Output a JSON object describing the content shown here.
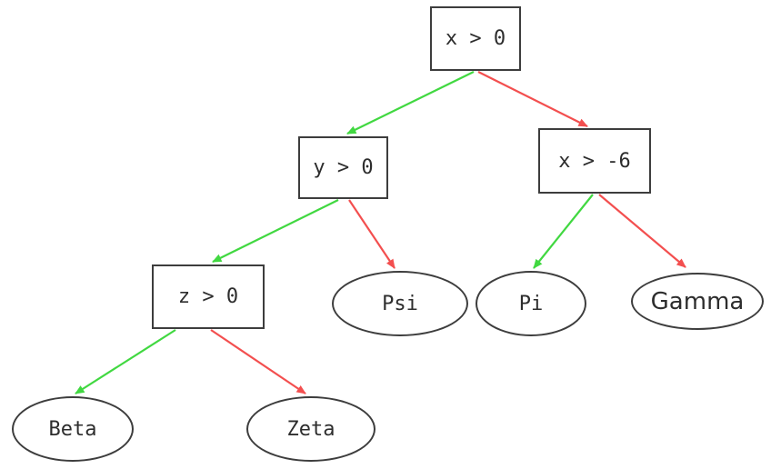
{
  "diagram": {
    "type": "decision-tree",
    "background_color": "#ffffff",
    "node_border_color": "#3d3d3d",
    "text_color": "#2d2d2d",
    "branch_colors": {
      "true_branch_green": "#41d841",
      "false_branch_red": "#f34f4f"
    },
    "nodes": {
      "root": {
        "label": "x > 0",
        "shape": "box"
      },
      "y": {
        "label": "y > 0",
        "shape": "box"
      },
      "xneg6": {
        "label": "x > -6",
        "shape": "box"
      },
      "z": {
        "label": "z > 0",
        "shape": "box"
      },
      "psi": {
        "label": "Psi",
        "shape": "ellipse"
      },
      "pi": {
        "label": "Pi",
        "shape": "ellipse"
      },
      "gamma": {
        "label": "Gamma",
        "shape": "ellipse"
      },
      "beta": {
        "label": "Beta",
        "shape": "ellipse"
      },
      "zeta": {
        "label": "Zeta",
        "shape": "ellipse"
      }
    },
    "edges": [
      {
        "from": "x > 0",
        "to": "y > 0",
        "branch": "true",
        "color": "green"
      },
      {
        "from": "x > 0",
        "to": "x > -6",
        "branch": "false",
        "color": "red"
      },
      {
        "from": "y > 0",
        "to": "z > 0",
        "branch": "true",
        "color": "green"
      },
      {
        "from": "y > 0",
        "to": "Psi",
        "branch": "false",
        "color": "red"
      },
      {
        "from": "x > -6",
        "to": "Pi",
        "branch": "true",
        "color": "green"
      },
      {
        "from": "x > -6",
        "to": "Gamma",
        "branch": "false",
        "color": "red"
      },
      {
        "from": "z > 0",
        "to": "Beta",
        "branch": "true",
        "color": "green"
      },
      {
        "from": "z > 0",
        "to": "Zeta",
        "branch": "false",
        "color": "red"
      }
    ]
  }
}
